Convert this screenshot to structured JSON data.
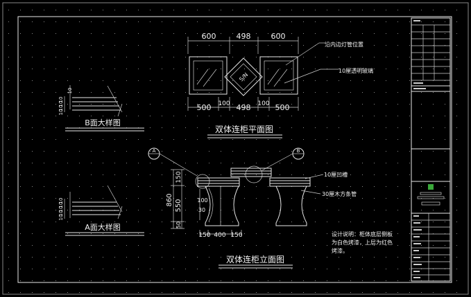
{
  "plan": {
    "title": "双体连柜平面图",
    "dim_top": [
      "600",
      "498",
      "600"
    ],
    "dim_bottom": [
      "500",
      "100",
      "498",
      "100",
      "500"
    ],
    "callout_lamp": "沿内边灯管位置",
    "callout_glass": "10厘透明玻璃",
    "badge": "S/N"
  },
  "elevation": {
    "title": "双体连柜立面图",
    "dim_heights": [
      "150",
      "550",
      "860",
      "50"
    ],
    "dim_widths": [
      "150",
      "400",
      "150"
    ],
    "dim_small": [
      "100",
      "30"
    ],
    "callout_groove": "10厘凹槽",
    "callout_strip": "30厘木方条管",
    "marker_a": "A",
    "marker_b": "B",
    "note": [
      "设计说明：柜体底层侧板",
      "为白色烤漆，上层为红色",
      "烤漆。"
    ]
  },
  "detail_b": {
    "title": "B面大样图",
    "dims": [
      "10",
      "10",
      "10",
      "10",
      "10"
    ]
  },
  "detail_a": {
    "title": "A面大样图",
    "dims": [
      "10",
      "10",
      "10",
      "10",
      "10"
    ]
  },
  "colors": {
    "background": "#000000",
    "line": "#e8e8e8",
    "logo": "#3aa83a"
  },
  "title_block": {
    "logo_icon": "green-logo-icon"
  }
}
